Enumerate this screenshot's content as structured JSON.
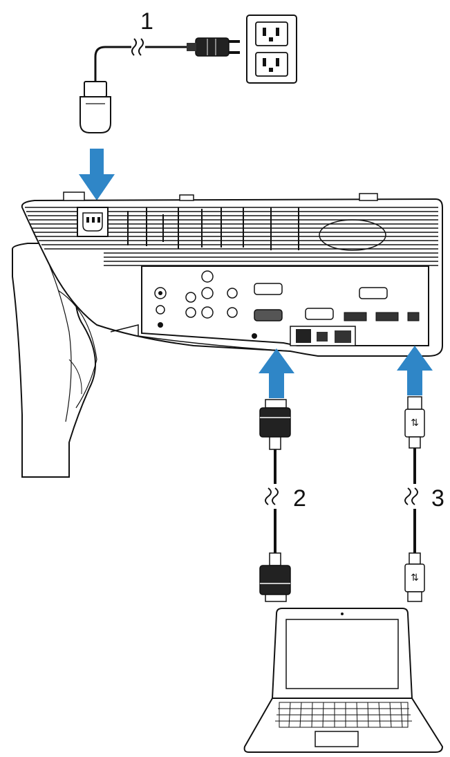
{
  "callouts": {
    "power_cable": "1",
    "vga_cable": "2",
    "usb_cable": "3"
  },
  "colors": {
    "arrow": "#2f86c7",
    "line": "#111111",
    "device_fill": "#ffffff",
    "cable": "#111111"
  }
}
